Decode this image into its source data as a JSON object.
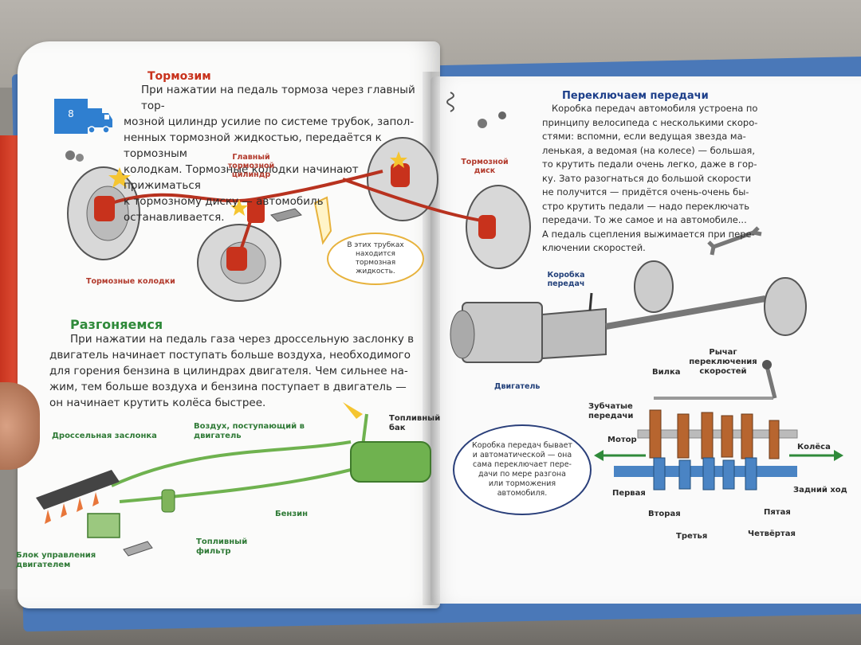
{
  "page_number": "8",
  "left": {
    "braking": {
      "title": "Тормозим",
      "lines": [
        "При нажатии на педаль тормоза через главный тор-",
        "мозной цилиндр усилие по системе трубок, запол-",
        "ненных тормозной жидкостью, передаётся к тормозным",
        "колодкам. Тормозные колодки начинают прижиматься",
        "к тормозному диску — автомобиль останавливается."
      ],
      "label_master_cylinder": "Главный тормозной цилиндр",
      "label_pads": "Тормозные колодки",
      "bubble": "В этих трубках находится тормозная жидкость."
    },
    "accelerating": {
      "title": "Разгоняемся",
      "lines": [
        "При нажатии на педаль газа через дроссельную заслонку в",
        "двигатель начинает поступать больше воздуха, необходимого",
        "для горения бензина в цилиндрах двигателя. Чем сильнее на-",
        "жим, тем больше воздуха и бензина поступает в двигатель —",
        "он начинает крутить колёса быстрее."
      ],
      "label_throttle": "Дроссельная заслонка",
      "label_air": "Воздух, поступающий в двигатель",
      "label_tank": "Топливный бак",
      "label_petrol": "Бензин",
      "label_filter": "Топливный фильтр",
      "label_ecu": "Блок управления двигателем"
    }
  },
  "right": {
    "label_disc": "Тормозной диск",
    "gears": {
      "title": "Переключаем передачи",
      "lines": [
        "Коробка передач автомобиля устроена по",
        "принципу велосипеда с несколькими скоро-",
        "стями: вспомни, если ведущая звезда ма-",
        "ленькая, а ведомая (на колесе) — большая,",
        "то крутить педали очень легко, даже в гор-",
        "ку. Зато разогнаться до большой скорости",
        "не получится — придётся очень-очень бы-",
        "стро крутить педали — надо переключать",
        "передачи. То же самое и на автомобиле...",
        "А педаль сцепления выжимается при пере-",
        "ключении скоростей."
      ],
      "label_gearbox": "Коробка передач",
      "label_engine": "Двигатель",
      "label_lever": "Рычаг переключения скоростей",
      "label_fork": "Вилка",
      "label_gear_teeth": "Зубчатые передачи",
      "label_motor": "Мотор",
      "label_wheels": "Колёса",
      "label_reverse": "Задний ход",
      "label_first": "Первая",
      "label_second": "Вторая",
      "label_third": "Третья",
      "label_fourth": "Четвёртая",
      "label_fifth": "Пятая",
      "bubble": "Коробка передач бывает и автоматической — она сама переключает пере- дачи по мере разгона или торможения автомобиля."
    }
  },
  "colors": {
    "cover": "#4a78b8",
    "heading_red": "#c8321c",
    "heading_green": "#2f8a3a",
    "heading_blue": "#1d3f8a",
    "brake_red": "#c8321c",
    "fuel_green": "#6fb24f",
    "shaft_blue": "#4a84c4"
  },
  "icons": [
    "truck-icon",
    "arrow-left-icon",
    "arrow-right-icon"
  ]
}
